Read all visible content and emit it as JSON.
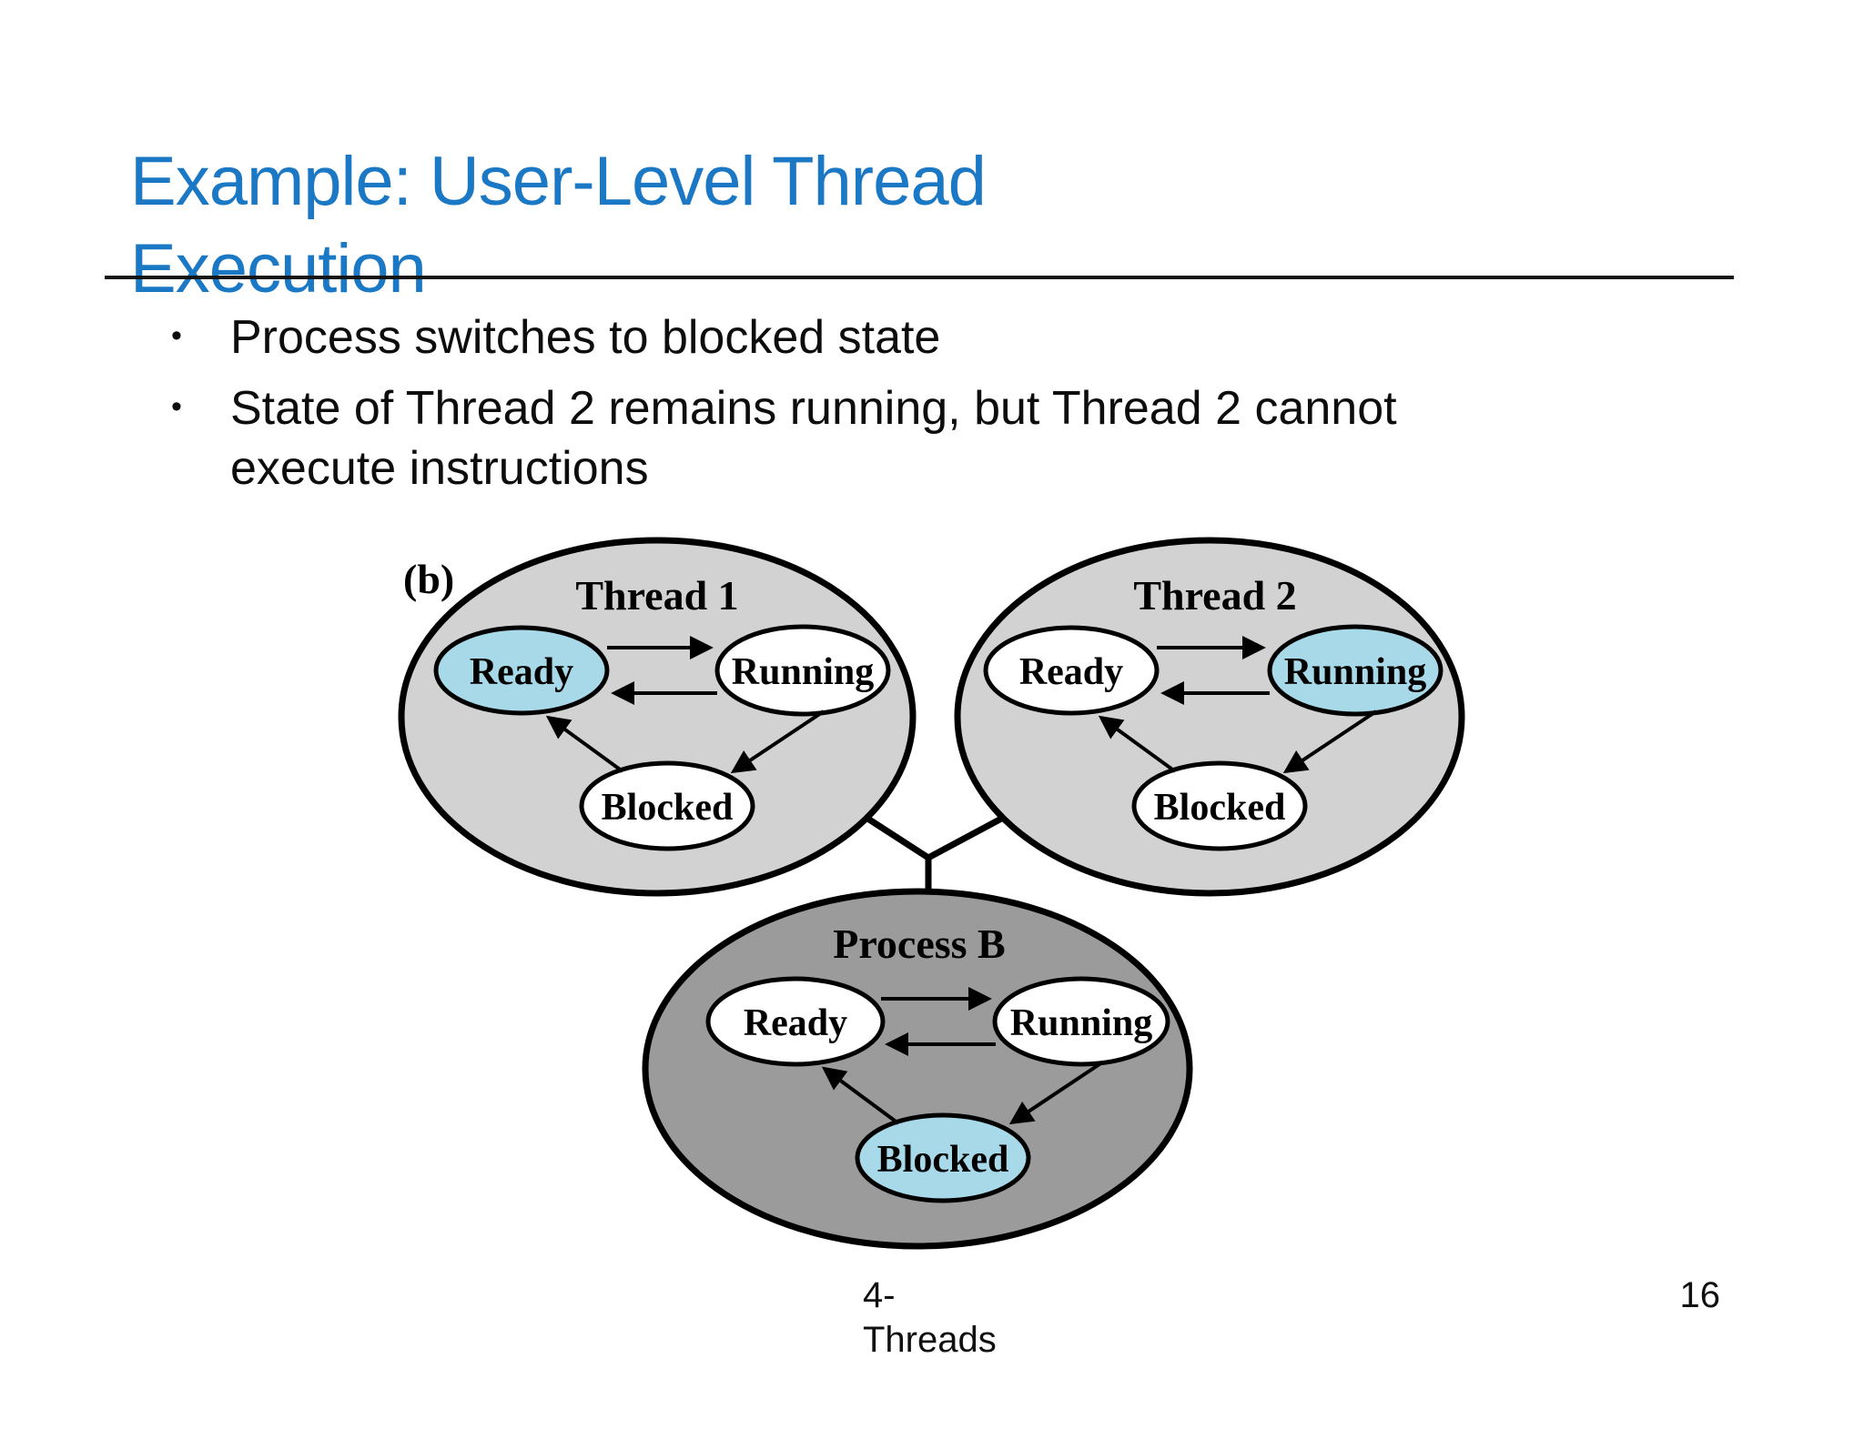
{
  "slide": {
    "title_line1": "Example: User-Level Thread",
    "title_line2": "Execution",
    "bullet_char": "•",
    "bullets": [
      {
        "lines": [
          "Process switches to blocked state"
        ]
      },
      {
        "lines": [
          "State of Thread 2 remains running, but Thread 2 cannot",
          "execute  instructions"
        ]
      }
    ]
  },
  "figure": {
    "caption": "(b)",
    "groups": [
      {
        "label": "Thread 1",
        "states": [
          {
            "label": "Ready",
            "highlighted": true
          },
          {
            "label": "Running",
            "highlighted": false
          },
          {
            "label": "Blocked",
            "highlighted": false
          }
        ]
      },
      {
        "label": "Thread 2",
        "states": [
          {
            "label": "Ready",
            "highlighted": false
          },
          {
            "label": "Running",
            "highlighted": true
          },
          {
            "label": "Blocked",
            "highlighted": false
          }
        ]
      },
      {
        "label": "Process B",
        "states": [
          {
            "label": "Ready",
            "highlighted": false
          },
          {
            "label": "Running",
            "highlighted": false
          },
          {
            "label": "Blocked",
            "highlighted": true
          }
        ]
      }
    ]
  },
  "colors": {
    "title_blue": "#1B78C4",
    "highlight_cyan": "#A8D9E8",
    "thread_fill": "#D2D2D2",
    "process_fill": "#9B9B9B",
    "state_fill": "#FFFFFF",
    "stroke_black": "#000000"
  },
  "footer": {
    "left_line1": "4-",
    "left_line2": "Threads",
    "page_number": "16"
  }
}
